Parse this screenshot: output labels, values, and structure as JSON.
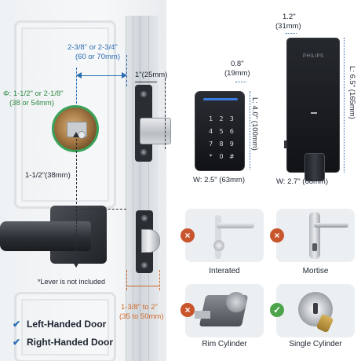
{
  "door": {
    "backset_label": "2-3/8\" or 2-3/4\"",
    "backset_metric": "(60 or 70mm)",
    "bore_label": "Φ: 1-1/2\" or 2-1/8\"",
    "bore_metric": "(38 or 54mm)",
    "faceplate_width_label": "1\"(25mm)",
    "spacing_label": "1-1/2\"(38mm)",
    "thickness_label": "1-3/8\" to 2\"",
    "thickness_metric": "(35 to 50mm)",
    "lever_note": "*Lever is not included"
  },
  "handedness": [
    {
      "label": "Left-Handed Door"
    },
    {
      "label": "Right-Handed Door"
    }
  ],
  "keypad": {
    "keys": [
      "1",
      "2",
      "3",
      "4",
      "5",
      "6",
      "7",
      "8",
      "9",
      "*",
      "0",
      "#"
    ],
    "depth_label": "0.8\"",
    "depth_metric": "(19mm)",
    "height_label": "L: 4.0\" (100mm)",
    "width_label": "W: 2.5\" (63mm)"
  },
  "interior": {
    "brand": "PHILIPS",
    "depth_label": "1.2\"",
    "depth_metric": "(31mm)",
    "height_label": "L: 6.5\" (165mm)",
    "width_label": "W: 2.7\" (68mm)"
  },
  "compatibility": [
    {
      "label": "Interated",
      "compatible": false
    },
    {
      "label": "Mortise",
      "compatible": false
    },
    {
      "label": "Rim Cylinder",
      "compatible": false
    },
    {
      "label": "Single Cylinder",
      "compatible": true
    }
  ],
  "icons": {
    "incompatible": "×",
    "compatible": "✓",
    "check": "✔"
  },
  "colors": {
    "dimension_blue": "#2b6db3",
    "bore_green": "#3aa35a",
    "thickness_orange": "#d06a2a",
    "incompatible_red": "#c8552b",
    "compatible_green": "#4ca34a"
  }
}
